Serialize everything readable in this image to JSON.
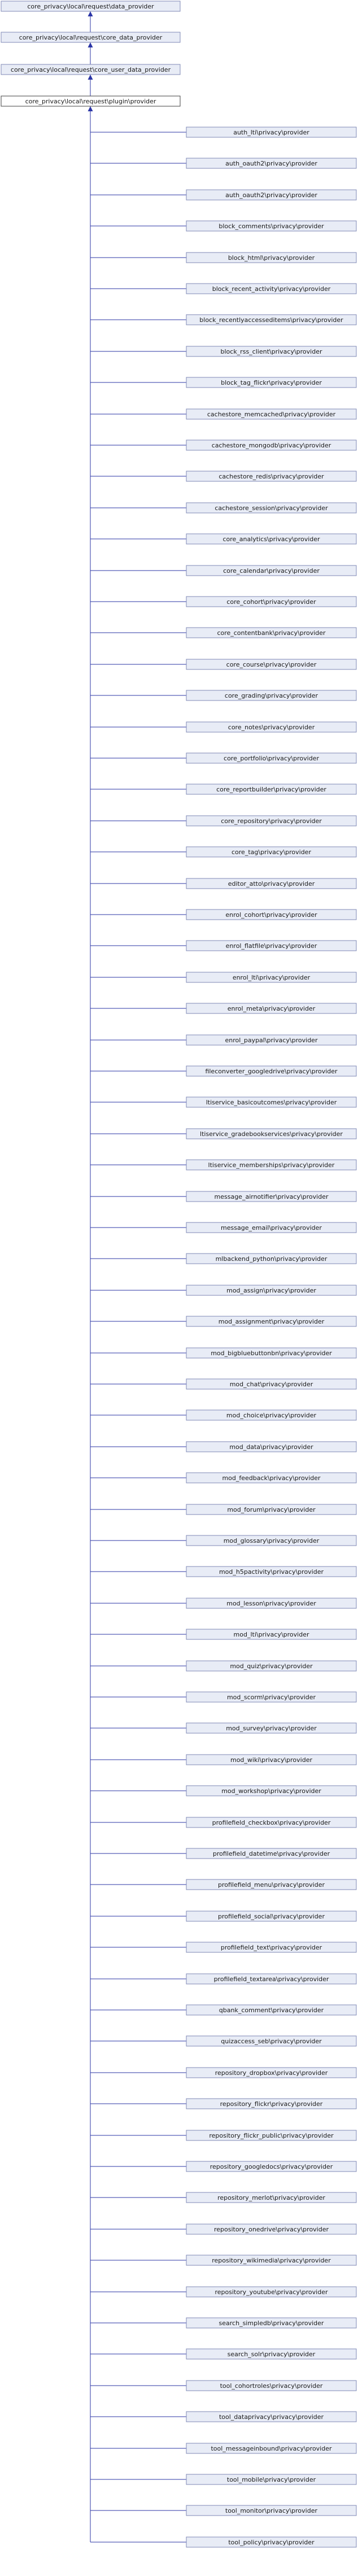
{
  "diagram": {
    "type": "inheritance-graph",
    "ancestors": [
      "core_privacy\\local\\request\\data_provider",
      "core_privacy\\local\\request\\core_data_provider",
      "core_privacy\\local\\request\\core_user_data_provider"
    ],
    "current": "core_privacy\\local\\request\\plugin\\provider",
    "children": [
      "auth_lti\\privacy\\provider",
      "auth_oauth2\\privacy\\provider",
      "auth_oauth2\\privacy\\provider",
      "block_comments\\privacy\\provider",
      "block_html\\privacy\\provider",
      "block_recent_activity\\privacy\\provider",
      "block_recentlyaccesseditems\\privacy\\provider",
      "block_rss_client\\privacy\\provider",
      "block_tag_flickr\\privacy\\provider",
      "cachestore_memcached\\privacy\\provider",
      "cachestore_mongodb\\privacy\\provider",
      "cachestore_redis\\privacy\\provider",
      "cachestore_session\\privacy\\provider",
      "core_analytics\\privacy\\provider",
      "core_calendar\\privacy\\provider",
      "core_cohort\\privacy\\provider",
      "core_contentbank\\privacy\\provider",
      "core_course\\privacy\\provider",
      "core_grading\\privacy\\provider",
      "core_notes\\privacy\\provider",
      "core_portfolio\\privacy\\provider",
      "core_reportbuilder\\privacy\\provider",
      "core_repository\\privacy\\provider",
      "core_tag\\privacy\\provider",
      "editor_atto\\privacy\\provider",
      "enrol_cohort\\privacy\\provider",
      "enrol_flatfile\\privacy\\provider",
      "enrol_lti\\privacy\\provider",
      "enrol_meta\\privacy\\provider",
      "enrol_paypal\\privacy\\provider",
      "fileconverter_googledrive\\privacy\\provider",
      "ltiservice_basicoutcomes\\privacy\\provider",
      "ltiservice_gradebookservices\\privacy\\provider",
      "ltiservice_memberships\\privacy\\provider",
      "message_airnotifier\\privacy\\provider",
      "message_email\\privacy\\provider",
      "mlbackend_python\\privacy\\provider",
      "mod_assign\\privacy\\provider",
      "mod_assignment\\privacy\\provider",
      "mod_bigbluebuttonbn\\privacy\\provider",
      "mod_chat\\privacy\\provider",
      "mod_choice\\privacy\\provider",
      "mod_data\\privacy\\provider",
      "mod_feedback\\privacy\\provider",
      "mod_forum\\privacy\\provider",
      "mod_glossary\\privacy\\provider",
      "mod_h5pactivity\\privacy\\provider",
      "mod_lesson\\privacy\\provider",
      "mod_lti\\privacy\\provider",
      "mod_quiz\\privacy\\provider",
      "mod_scorm\\privacy\\provider",
      "mod_survey\\privacy\\provider",
      "mod_wiki\\privacy\\provider",
      "mod_workshop\\privacy\\provider",
      "profilefield_checkbox\\privacy\\provider",
      "profilefield_datetime\\privacy\\provider",
      "profilefield_menu\\privacy\\provider",
      "profilefield_social\\privacy\\provider",
      "profilefield_text\\privacy\\provider",
      "profilefield_textarea\\privacy\\provider",
      "qbank_comment\\privacy\\provider",
      "quizaccess_seb\\privacy\\provider",
      "repository_dropbox\\privacy\\provider",
      "repository_flickr\\privacy\\provider",
      "repository_flickr_public\\privacy\\provider",
      "repository_googledocs\\privacy\\provider",
      "repository_merlot\\privacy\\provider",
      "repository_onedrive\\privacy\\provider",
      "repository_wikimedia\\privacy\\provider",
      "repository_youtube\\privacy\\provider",
      "search_simpledb\\privacy\\provider",
      "search_solr\\privacy\\provider",
      "tool_cohortroles\\privacy\\provider",
      "tool_dataprivacy\\privacy\\provider",
      "tool_messageinbound\\privacy\\provider",
      "tool_mobile\\privacy\\provider",
      "tool_monitor\\privacy\\provider",
      "tool_policy\\privacy\\provider"
    ]
  },
  "colors": {
    "edge": "#2b35a6",
    "node_fill": "#e8ecf6",
    "node_border": "#7f89b5",
    "current_fill": "#ffffff",
    "current_border": "#404040"
  }
}
